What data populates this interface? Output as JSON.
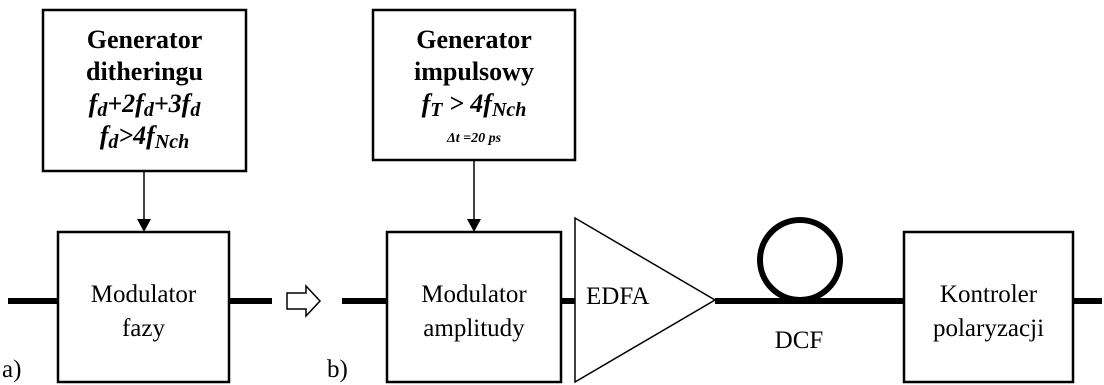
{
  "part_a": {
    "tag": "a)",
    "generator": {
      "line1": "Generator",
      "line2": "ditheringu",
      "formula1": {
        "f1": "f",
        "s1": "d",
        "t2": "+2f",
        "s2": "d",
        "t3": "+3f",
        "s3": "d"
      },
      "formula2": {
        "f1": "f",
        "s1": "d",
        "t2": ">4f",
        "s2": "Nch"
      }
    },
    "modulator": {
      "line1": "Modulator",
      "line2": "fazy"
    }
  },
  "part_b": {
    "tag": "b)",
    "generator": {
      "line1": "Generator",
      "line2": "impulsowy",
      "formula1": {
        "f1": "f",
        "s1": "T",
        "t2": " > 4f",
        "s2": "Nch"
      },
      "formula2": "Δt =20 ps"
    },
    "modulator": {
      "line1": "Modulator",
      "line2": "amplitudy"
    },
    "amplifier": "EDFA",
    "fiber": "DCF",
    "controller": {
      "line1": "Kontroler",
      "line2": "polaryzacji"
    }
  }
}
